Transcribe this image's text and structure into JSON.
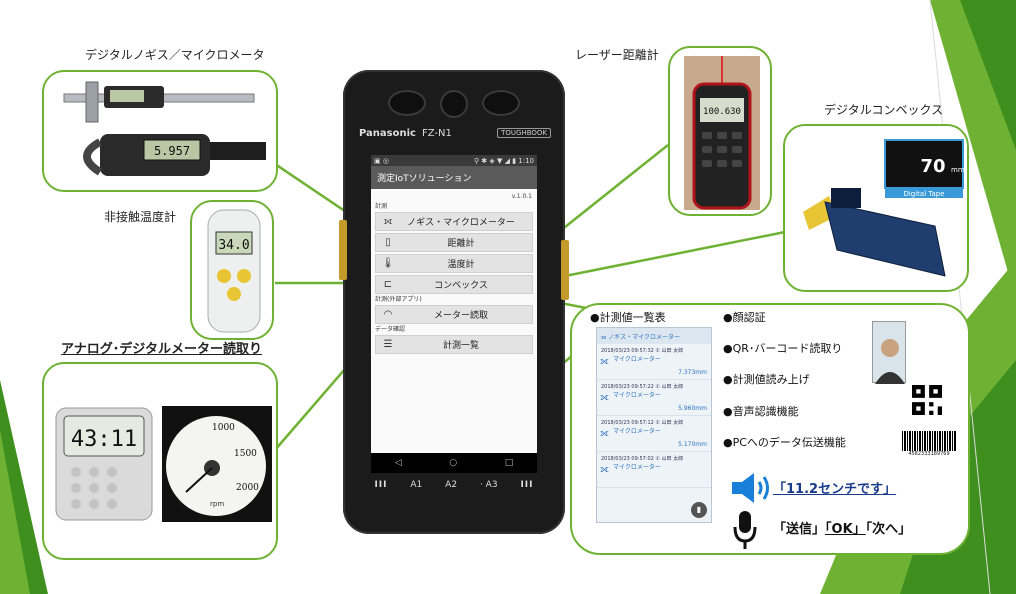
{
  "labels": {
    "caliper": "デジタルノギス／マイクロメータ",
    "laser": "レーザー距離計",
    "convex": "デジタルコンベックス",
    "thermo": "非接触温度計",
    "analog": "アナログ･デジタルメーター読取り"
  },
  "phone": {
    "brand": "Panasonic",
    "model": "FZ-N1",
    "toughbook": "TOUGHBOOK",
    "status_left": "▣ ◎",
    "status_right": "⚲ ✱ ◈ ▼ ◢ ▮ 1:10",
    "app_title": "測定IoTソリューション",
    "version": "v.1.0.1",
    "section_measure": "計測",
    "section_external": "計測(外部アプリ)",
    "section_data": "データ確認",
    "buttons": {
      "caliper": "ノギス・マイクロメーター",
      "distance": "距離計",
      "thermo": "温度計",
      "convex": "コンベックス",
      "meter": "メーター読取",
      "list": "計測一覧"
    },
    "nav": {
      "back": "◁",
      "home": "○",
      "recent": "□"
    },
    "bottom": {
      "grill_left": "III",
      "a1": "A1",
      "a2": "A2",
      "a3": "· A3",
      "grill_right": "III"
    }
  },
  "devices": {
    "caliper_reading": "5.957",
    "laser_reading": "100.630",
    "convex_reading": "70",
    "convex_unit": "mm",
    "convex_brand": "Digital Tape",
    "thermo_reading": "34.0",
    "timer_reading": "43:11",
    "gauge_ticks": [
      "1000",
      "1500",
      "2000"
    ],
    "gauge_unit": "rpm"
  },
  "features": {
    "list_title": "●計測値一覧表",
    "face": "●顔認証",
    "qr": "●QR･バーコード読取り",
    "readout": "●計測値読み上げ",
    "voice": "●音声認識機能",
    "pc": "●PCへのデータ伝送機能",
    "barcode_digits": "4582333189769",
    "say_value": "「11.2センチです」",
    "say_cmd_1": "「送信」",
    "say_cmd_2": "「OK」",
    "say_cmd_3": "「次へ」"
  },
  "list_screen": {
    "header": "ノギス・マイクロメーター",
    "rows": [
      {
        "date": "2018/03/23 09:57:32 ① 山田 太郎",
        "name": "マイクロメーター",
        "value": "7.373mm"
      },
      {
        "date": "2018/03/23 09:57:22 ① 山田 太郎",
        "name": "マイクロメーター",
        "value": "5.960mm"
      },
      {
        "date": "2018/03/23 09:57:12 ① 山田 太郎",
        "name": "マイクロメーター",
        "value": "5.170mm"
      },
      {
        "date": "2018/03/23 09:57:02 ① 山田 太郎",
        "name": "マイクロメーター",
        "value": ""
      }
    ]
  },
  "colors": {
    "accent_green": "#6fb233",
    "deep_green": "#3f8f1f",
    "voice_blue": "#1a7fd6"
  }
}
